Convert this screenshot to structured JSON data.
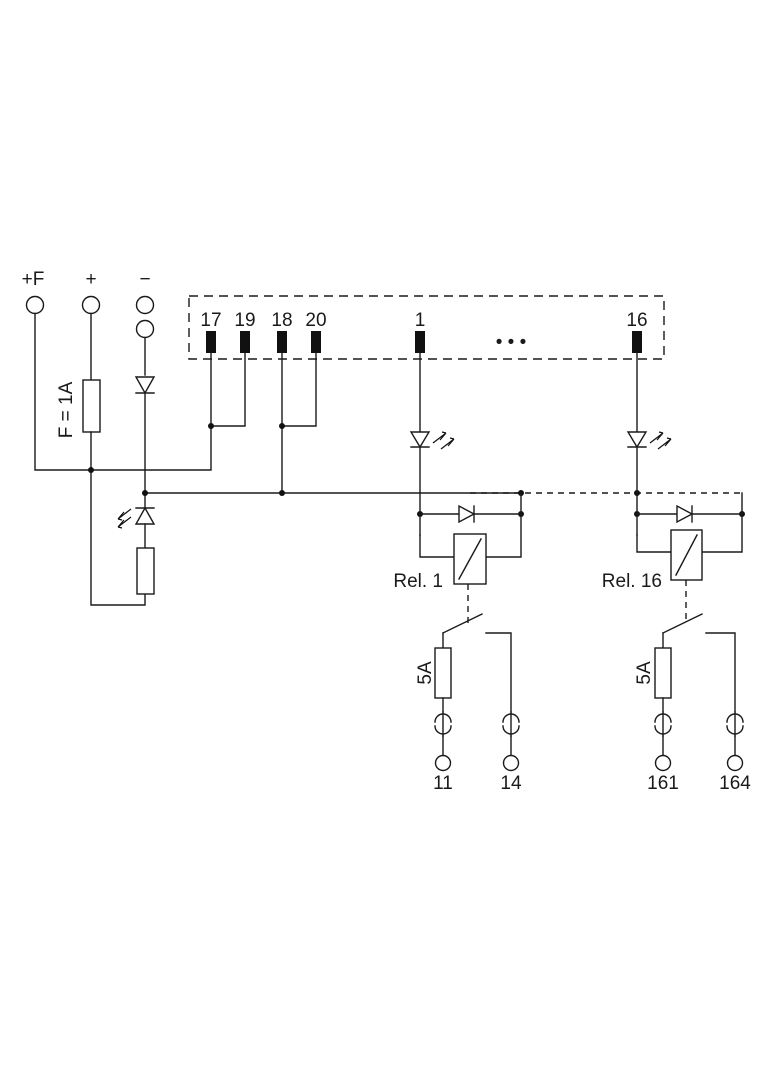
{
  "supply_terminals": {
    "plus_f": "+F",
    "plus": "+",
    "minus": "−"
  },
  "fuse_label": "F = 1A",
  "connector_pins": {
    "p17": "17",
    "p19": "19",
    "p18": "18",
    "p20": "20",
    "p1": "1",
    "ellipsis": "• • •",
    "p16": "16"
  },
  "relays": {
    "rel1": {
      "label": "Rel. 1",
      "fuse": "5A",
      "contact_a": "11",
      "contact_b": "14"
    },
    "rel16": {
      "label": "Rel. 16",
      "fuse": "5A",
      "contact_a": "161",
      "contact_b": "164"
    }
  },
  "icons": {
    "terminal": "open-circle-terminal",
    "diode": "diode",
    "led": "led",
    "fuse": "fuse",
    "resistor": "resistor",
    "relay_coil": "relay-coil",
    "pin": "connector-pin",
    "junction": "junction-dot"
  }
}
